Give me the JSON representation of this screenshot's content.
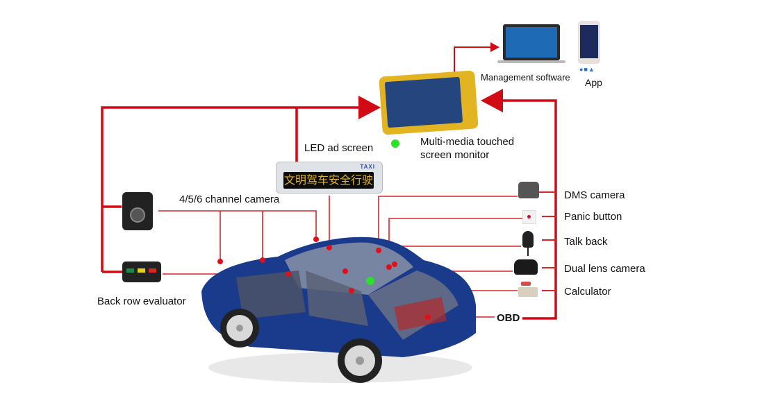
{
  "diagram": {
    "title": "",
    "colors": {
      "wire": "#d10a14",
      "wire_thin": "#d9242b",
      "marker_green": "#2de02a",
      "car_blue": "#1a3a8c"
    },
    "hub": {
      "label_line1": "Multi-media touched",
      "label_line2": "screen monitor"
    },
    "outputs": {
      "management_software": "Management software",
      "app": "App",
      "app_platform_icons": [
        "apple-icon",
        "windows-icon",
        "android-icon"
      ]
    },
    "left_devices": {
      "led_ad_screen": {
        "label": "LED ad screen",
        "display_text": "文明驾车安全行驶",
        "badge": "TAXI"
      },
      "channel_camera": "4/5/6 channel camera",
      "back_row_evaluator": "Back row evaluator"
    },
    "right_devices": [
      {
        "id": "dms",
        "label": "DMS camera"
      },
      {
        "id": "panic",
        "label": "Panic button"
      },
      {
        "id": "talk",
        "label": "Talk back"
      },
      {
        "id": "dual",
        "label": "Dual lens camera"
      },
      {
        "id": "calc",
        "label": "Calculator"
      }
    ],
    "obd": "OBD"
  }
}
